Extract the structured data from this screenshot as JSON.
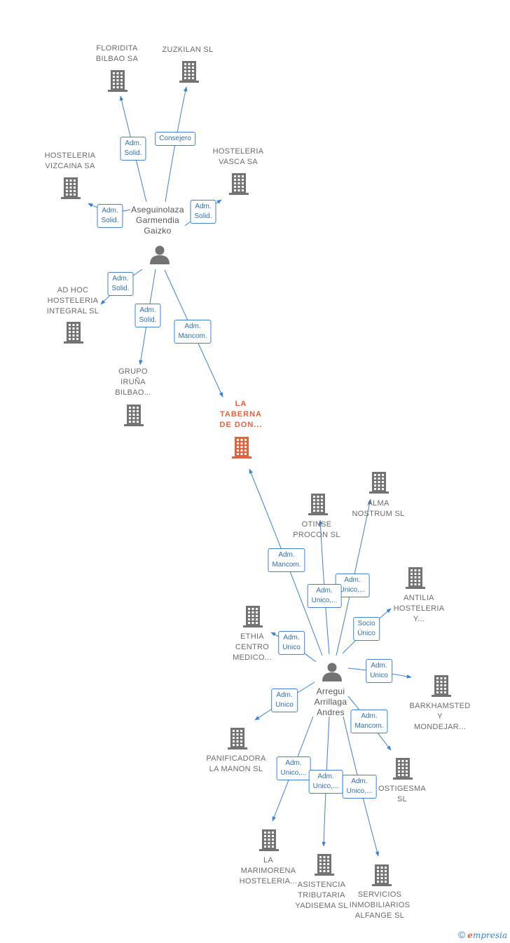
{
  "colors": {
    "edge": "#3a82d6",
    "company": "#737373",
    "target": "#e8603c",
    "person": "#737373"
  },
  "footer": {
    "copyright": "©",
    "brand_initial": "e",
    "brand_rest": "mpresia"
  },
  "nodes": [
    {
      "id": "floridita",
      "kind": "company",
      "lines": [
        "FLORIDITA",
        "BILBAO SA"
      ]
    },
    {
      "id": "zuzkilan",
      "kind": "company",
      "lines": [
        "ZUZKILAN SL"
      ]
    },
    {
      "id": "hosteleria_vizcaina",
      "kind": "company",
      "lines": [
        "HOSTELERIA",
        "VIZCAINA SA"
      ]
    },
    {
      "id": "hosteleria_vasca",
      "kind": "company",
      "lines": [
        "HOSTELERIA",
        "VASCA SA"
      ]
    },
    {
      "id": "aseguinolaza",
      "kind": "person",
      "lines": [
        "Aseguinolaza",
        "Garmendia",
        "Gaizko"
      ]
    },
    {
      "id": "ad_hoc",
      "kind": "company",
      "lines": [
        "AD HOC",
        "HOSTELERIA",
        "INTEGRAL  SL"
      ]
    },
    {
      "id": "grupo_iruna",
      "kind": "company",
      "lines": [
        "GRUPO",
        "IRUÑA",
        "BILBAO..."
      ]
    },
    {
      "id": "la_taberna",
      "kind": "target",
      "lines": [
        "LA",
        "TABERNA",
        "DE DON..."
      ]
    },
    {
      "id": "alma_nostrum",
      "kind": "company",
      "lines": [
        "ALMA",
        "NOSTRUM SL"
      ]
    },
    {
      "id": "otinse",
      "kind": "company",
      "lines": [
        "OTINSE",
        "PROCON  SL"
      ]
    },
    {
      "id": "antilia",
      "kind": "company",
      "lines": [
        "ANTILIA",
        "HOSTELERIA",
        "Y..."
      ]
    },
    {
      "id": "ethia",
      "kind": "company",
      "lines": [
        "ETHIA",
        "CENTRO",
        "MEDICO..."
      ]
    },
    {
      "id": "arregui",
      "kind": "person",
      "lines": [
        "Arregui",
        "Arrillaga",
        "Andres"
      ]
    },
    {
      "id": "barkhamsted",
      "kind": "company",
      "lines": [
        "BARKHAMSTED",
        "Y",
        "MONDEJAR..."
      ]
    },
    {
      "id": "panificadora",
      "kind": "company",
      "lines": [
        "PANIFICADORA",
        "LA MANON  SL"
      ]
    },
    {
      "id": "ostigesma",
      "kind": "company",
      "lines": [
        "OSTIGESMA",
        "SL"
      ]
    },
    {
      "id": "la_marimorena",
      "kind": "company",
      "lines": [
        "LA",
        "MARIMORENA",
        "HOSTELERIA..."
      ]
    },
    {
      "id": "asistencia",
      "kind": "company",
      "lines": [
        "ASISTENCIA",
        "TRIBUTARIA",
        "YADISEMA  SL"
      ]
    },
    {
      "id": "servicios",
      "kind": "company",
      "lines": [
        "SERVICIOS",
        "INMOBILIARIOS",
        "ALFANGE  SL"
      ]
    }
  ],
  "edges": [
    {
      "from": "aseguinolaza",
      "to": "floridita",
      "lines": [
        "Adm.",
        "Solid."
      ]
    },
    {
      "from": "aseguinolaza",
      "to": "zuzkilan",
      "lines": [
        "Consejero"
      ]
    },
    {
      "from": "aseguinolaza",
      "to": "hosteleria_vizcaina",
      "lines": [
        "Adm.",
        "Solid."
      ]
    },
    {
      "from": "aseguinolaza",
      "to": "hosteleria_vasca",
      "lines": [
        "Adm.",
        "Solid."
      ]
    },
    {
      "from": "aseguinolaza",
      "to": "ad_hoc",
      "lines": [
        "Adm.",
        "Solid."
      ]
    },
    {
      "from": "aseguinolaza",
      "to": "grupo_iruna",
      "lines": [
        "Adm.",
        "Solid."
      ]
    },
    {
      "from": "aseguinolaza",
      "to": "la_taberna",
      "lines": [
        "Adm.",
        "Mancom."
      ]
    },
    {
      "from": "arregui",
      "to": "la_taberna",
      "lines": [
        "Adm.",
        "Mancom."
      ]
    },
    {
      "from": "arregui",
      "to": "alma_nostrum",
      "lines": [
        "Adm.",
        "Unico,..."
      ]
    },
    {
      "from": "arregui",
      "to": "otinse",
      "lines": [
        "Adm.",
        "Unico,..."
      ]
    },
    {
      "from": "arregui",
      "to": "antilia",
      "lines": [
        "Socio",
        "Único"
      ]
    },
    {
      "from": "arregui",
      "to": "ethia",
      "lines": [
        "Adm.",
        "Unico"
      ]
    },
    {
      "from": "arregui",
      "to": "barkhamsted",
      "lines": [
        "Adm.",
        "Unico"
      ]
    },
    {
      "from": "arregui",
      "to": "panificadora",
      "lines": [
        "Adm.",
        "Unico"
      ]
    },
    {
      "from": "arregui",
      "to": "ostigesma",
      "lines": [
        "Adm.",
        "Mancom."
      ]
    },
    {
      "from": "arregui",
      "to": "la_marimorena",
      "lines": [
        "Adm.",
        "Unico,..."
      ]
    },
    {
      "from": "arregui",
      "to": "asistencia",
      "lines": [
        "Adm.",
        "Unico,..."
      ]
    },
    {
      "from": "arregui",
      "to": "servicios",
      "lines": [
        "Adm.",
        "Unico,..."
      ]
    }
  ]
}
